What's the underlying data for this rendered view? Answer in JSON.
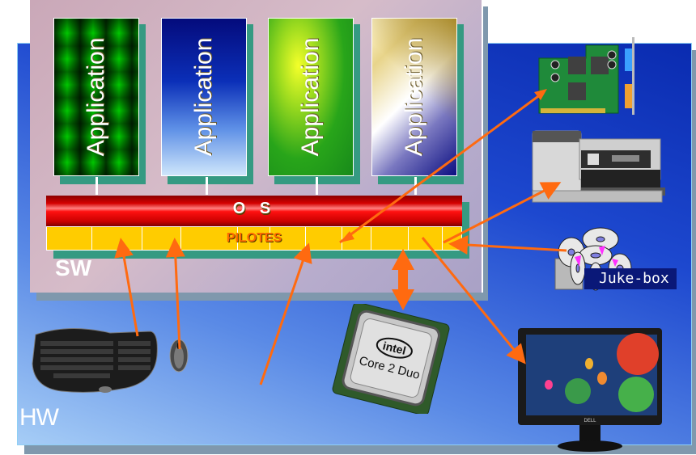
{
  "diagram": {
    "layers": {
      "sw": {
        "label": "SW"
      },
      "hw": {
        "label": "HW"
      }
    },
    "applications": [
      {
        "label": "Application"
      },
      {
        "label": "Application"
      },
      {
        "label": "Application"
      },
      {
        "label": "Application"
      }
    ],
    "os": {
      "label": "O S"
    },
    "drivers": {
      "label": "PILOTES"
    },
    "devices": {
      "expansion_card": {
        "name": "expansion-card"
      },
      "printer": {
        "name": "printer"
      },
      "jukebox": {
        "label": "Juke-box"
      },
      "keyboard": {
        "name": "keyboard"
      },
      "mouse": {
        "name": "mouse"
      },
      "cpu": {
        "brand": "intel",
        "model": "Core 2 Duo"
      },
      "monitor": {
        "brand": "DELL"
      }
    },
    "colors": {
      "arrow": "#ff6a10",
      "os_red": "#e00000",
      "drivers_yellow": "#ffcc00",
      "drivers_text": "#ff6a00",
      "app_shadow": "#359a82",
      "hw_blue": "#1d48cf"
    }
  }
}
